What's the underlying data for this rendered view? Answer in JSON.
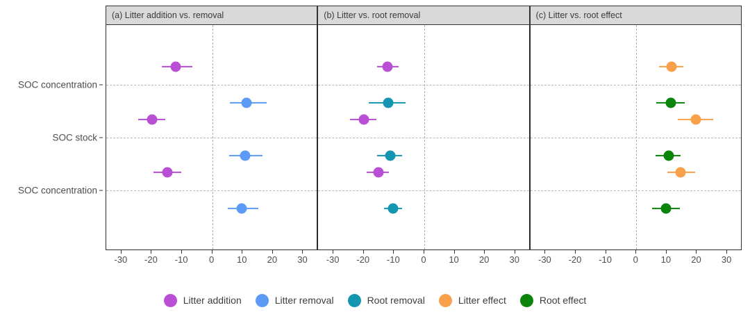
{
  "chart_data": {
    "type": "scatter",
    "title": "",
    "subtype": "forest-plot / dot-and-whisker panels",
    "xlabel": "",
    "ylabel": "",
    "xlim": [
      -35,
      35
    ],
    "xticks": [
      -30,
      -20,
      -10,
      0,
      10,
      20,
      30
    ],
    "xticklabels": [
      "-30",
      "-20",
      "-10",
      "0",
      "10",
      "20",
      "30"
    ],
    "grid": "horizontal dashed per row, vertical dashed at x = 0",
    "legend_position": "bottom-center",
    "row_labels": [
      "SOC concentration",
      "SOC stock",
      "SOC concentration"
    ],
    "panels": [
      {
        "id": "a",
        "strip_label": "(a) Litter addition vs. removal",
        "points": [
          {
            "series": "Litter addition",
            "row": 0,
            "slot": 0,
            "value": -12.0,
            "low": -16.7,
            "high": -6.6
          },
          {
            "series": "Litter removal",
            "row": 0,
            "slot": 1,
            "value": 11.3,
            "low": 5.8,
            "high": 17.9
          },
          {
            "series": "Litter addition",
            "row": 1,
            "slot": 0,
            "value": -19.9,
            "low": -24.5,
            "high": -15.5
          },
          {
            "series": "Litter removal",
            "row": 1,
            "slot": 1,
            "value": 10.8,
            "low": 5.6,
            "high": 16.5
          },
          {
            "series": "Litter addition",
            "row": 2,
            "slot": 0,
            "value": -14.8,
            "low": -19.5,
            "high": -10.2
          },
          {
            "series": "Litter removal",
            "row": 2,
            "slot": 1,
            "value": 9.8,
            "low": 5.2,
            "high": 15.2
          }
        ]
      },
      {
        "id": "b",
        "strip_label": "(b) Litter vs. root removal",
        "points": [
          {
            "series": "Litter addition",
            "row": 0,
            "slot": 0,
            "value": -12.1,
            "low": -15.5,
            "high": -8.5
          },
          {
            "series": "Root removal",
            "row": 0,
            "slot": 1,
            "value": -11.9,
            "low": -18.4,
            "high": -6.1
          },
          {
            "series": "Litter addition",
            "row": 1,
            "slot": 0,
            "value": -20.0,
            "low": -24.6,
            "high": -15.7
          },
          {
            "series": "Root removal",
            "row": 1,
            "slot": 1,
            "value": -11.3,
            "low": -15.6,
            "high": -7.4
          },
          {
            "series": "Litter addition",
            "row": 2,
            "slot": 0,
            "value": -15.1,
            "low": -19.0,
            "high": -11.6
          },
          {
            "series": "Root removal",
            "row": 2,
            "slot": 1,
            "value": -10.3,
            "low": -13.4,
            "high": -7.4
          }
        ]
      },
      {
        "id": "c",
        "strip_label": "(c) Litter  vs. root effect",
        "points": [
          {
            "series": "Litter effect",
            "row": 0,
            "slot": 0,
            "value": 11.6,
            "low": 7.6,
            "high": 15.6
          },
          {
            "series": "Root effect",
            "row": 0,
            "slot": 1,
            "value": 11.5,
            "low": 6.5,
            "high": 16.0
          },
          {
            "series": "Litter effect",
            "row": 1,
            "slot": 0,
            "value": 19.6,
            "low": 13.6,
            "high": 25.4
          },
          {
            "series": "Root effect",
            "row": 1,
            "slot": 1,
            "value": 10.7,
            "low": 6.4,
            "high": 14.6
          },
          {
            "series": "Litter effect",
            "row": 2,
            "slot": 0,
            "value": 14.7,
            "low": 10.2,
            "high": 19.4
          },
          {
            "series": "Root effect",
            "row": 2,
            "slot": 1,
            "value": 9.7,
            "low": 5.2,
            "high": 14.5
          }
        ]
      }
    ],
    "series_colors": {
      "Litter addition": "#b94fd4",
      "Litter removal": "#5b9bf5",
      "Root removal": "#1596b0",
      "Litter effect": "#f9a14a",
      "Root effect": "#0a840a"
    },
    "legend": [
      {
        "label": "Litter addition",
        "color": "#b94fd4"
      },
      {
        "label": "Litter removal",
        "color": "#5b9bf5"
      },
      {
        "label": "Root removal",
        "color": "#1596b0"
      },
      {
        "label": "Litter effect",
        "color": "#f9a14a"
      },
      {
        "label": "Root effect",
        "color": "#0a840a"
      }
    ]
  },
  "axis": {
    "row_labels": [
      "SOC concentration",
      "SOC stock",
      "SOC concentration"
    ],
    "tick_labels": [
      "-30",
      "-20",
      "-10",
      "0",
      "10",
      "20",
      "30"
    ]
  },
  "strips": [
    "(a) Litter addition vs. removal",
    "(b) Litter vs. root removal",
    "(c) Litter  vs. root effect"
  ],
  "legend": {
    "items": [
      {
        "label": "Litter addition",
        "color": "#b94fd4"
      },
      {
        "label": "Litter removal",
        "color": "#5b9bf5"
      },
      {
        "label": "Root removal",
        "color": "#1596b0"
      },
      {
        "label": "Litter effect",
        "color": "#f9a14a"
      },
      {
        "label": "Root effect",
        "color": "#0a840a"
      }
    ]
  }
}
